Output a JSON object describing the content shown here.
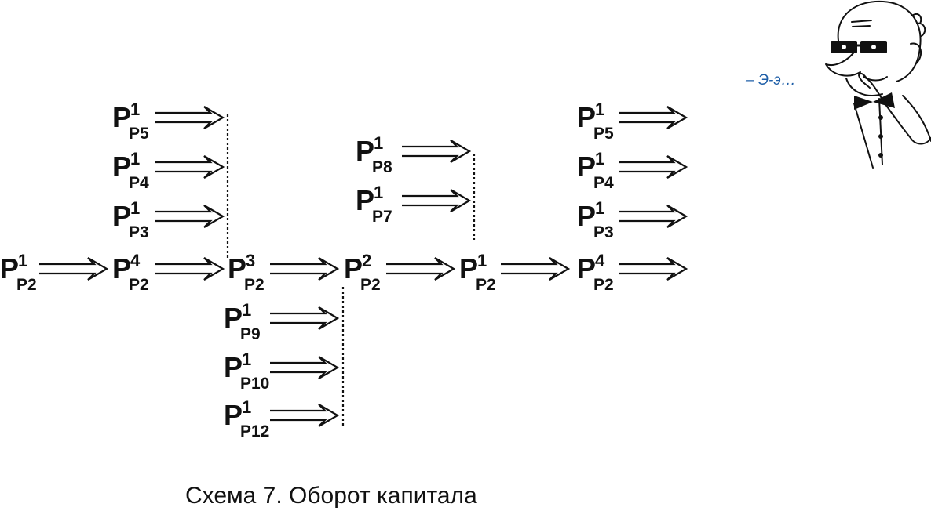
{
  "caption": "Схема 7. Оборот капитала",
  "speech": "– Э-э…",
  "nodes": [
    {
      "id": "n-p5-a",
      "base": "P",
      "sup": "1",
      "sub": "P5"
    },
    {
      "id": "n-p4-a",
      "base": "P",
      "sup": "1",
      "sub": "P4"
    },
    {
      "id": "n-p3-a",
      "base": "P",
      "sup": "1",
      "sub": "P3"
    },
    {
      "id": "n-start",
      "base": "P",
      "sup": "1",
      "sub": "P2"
    },
    {
      "id": "n-chain-1",
      "base": "P",
      "sup": "4",
      "sub": "P2"
    },
    {
      "id": "n-chain-2",
      "base": "P",
      "sup": "3",
      "sub": "P2"
    },
    {
      "id": "n-chain-3",
      "base": "P",
      "sup": "2",
      "sub": "P2"
    },
    {
      "id": "n-chain-4",
      "base": "P",
      "sup": "1",
      "sub": "P2"
    },
    {
      "id": "n-chain-5",
      "base": "P",
      "sup": "4",
      "sub": "P2"
    },
    {
      "id": "n-p8",
      "base": "P",
      "sup": "1",
      "sub": "P8"
    },
    {
      "id": "n-p7",
      "base": "P",
      "sup": "1",
      "sub": "P7"
    },
    {
      "id": "n-p9",
      "base": "P",
      "sup": "1",
      "sub": "P9"
    },
    {
      "id": "n-p10",
      "base": "P",
      "sup": "1",
      "sub": "P10"
    },
    {
      "id": "n-p12",
      "base": "P",
      "sup": "1",
      "sub": "P12"
    },
    {
      "id": "n-p5-b",
      "base": "P",
      "sup": "1",
      "sub": "P5"
    },
    {
      "id": "n-p4-b",
      "base": "P",
      "sup": "1",
      "sub": "P4"
    },
    {
      "id": "n-p3-b",
      "base": "P",
      "sup": "1",
      "sub": "P3"
    }
  ]
}
